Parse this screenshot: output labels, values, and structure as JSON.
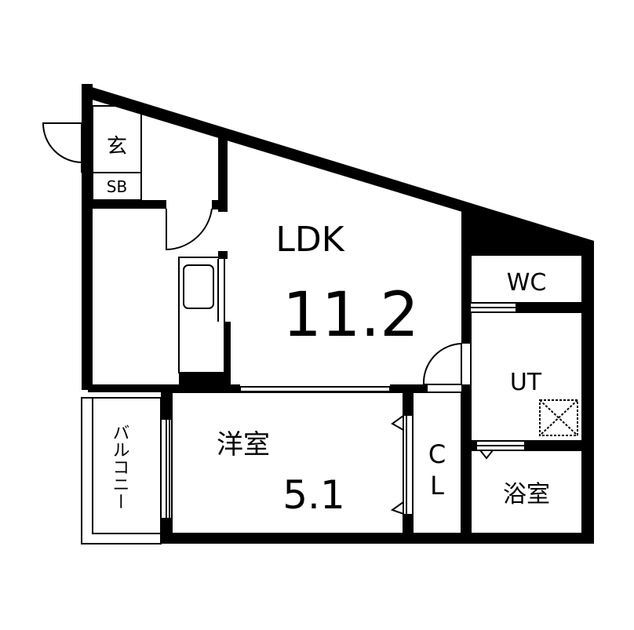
{
  "floor_plan": {
    "rooms": {
      "entrance": {
        "label": "玄"
      },
      "shoe_box": {
        "label": "SB"
      },
      "ldk": {
        "label": "LDK",
        "area": "11.2"
      },
      "wc": {
        "label": "WC"
      },
      "ut": {
        "label": "UT"
      },
      "western_room": {
        "label": "洋室",
        "area": "5.1"
      },
      "closet": {
        "label_line1": "C",
        "label_line2": "L"
      },
      "bath": {
        "label": "浴室"
      },
      "balcony": {
        "label": "バルコニー"
      }
    },
    "colors": {
      "wall": "#000000",
      "background": "#ffffff",
      "line": "#000000"
    }
  }
}
